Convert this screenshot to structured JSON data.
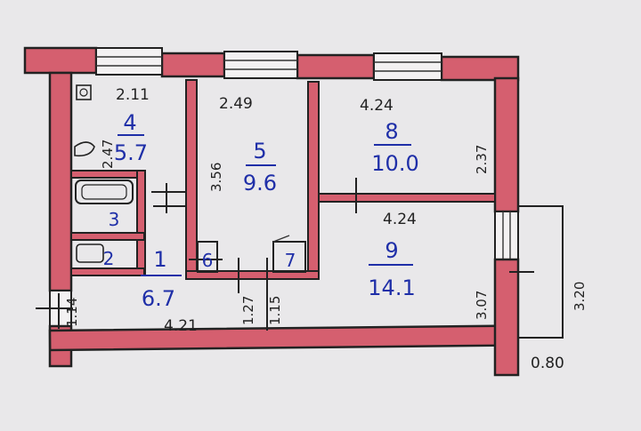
{
  "dimensions": {
    "room4_width": "2.11",
    "room4_height": "2.47",
    "room5_width": "2.49",
    "room5_height": "3.56",
    "room8_width": "4.24",
    "room8_height": "2.37",
    "room9_width": "4.24",
    "room9_height": "3.07",
    "hall_width": "4.21",
    "hall_left": "1.14",
    "hall_mid1": "1.27",
    "hall_mid2": "1.15",
    "balcony_height": "3.20",
    "balcony_width": "0.80"
  },
  "rooms": [
    {
      "number": "4",
      "area": "5.7"
    },
    {
      "number": "5",
      "area": "9.6"
    },
    {
      "number": "8",
      "area": "10.0"
    },
    {
      "number": "9",
      "area": "14.1"
    },
    {
      "number": "1",
      "area": "6.7"
    }
  ],
  "closets": [
    {
      "number": "3"
    },
    {
      "number": "2"
    },
    {
      "number": "6"
    },
    {
      "number": "7"
    }
  ]
}
